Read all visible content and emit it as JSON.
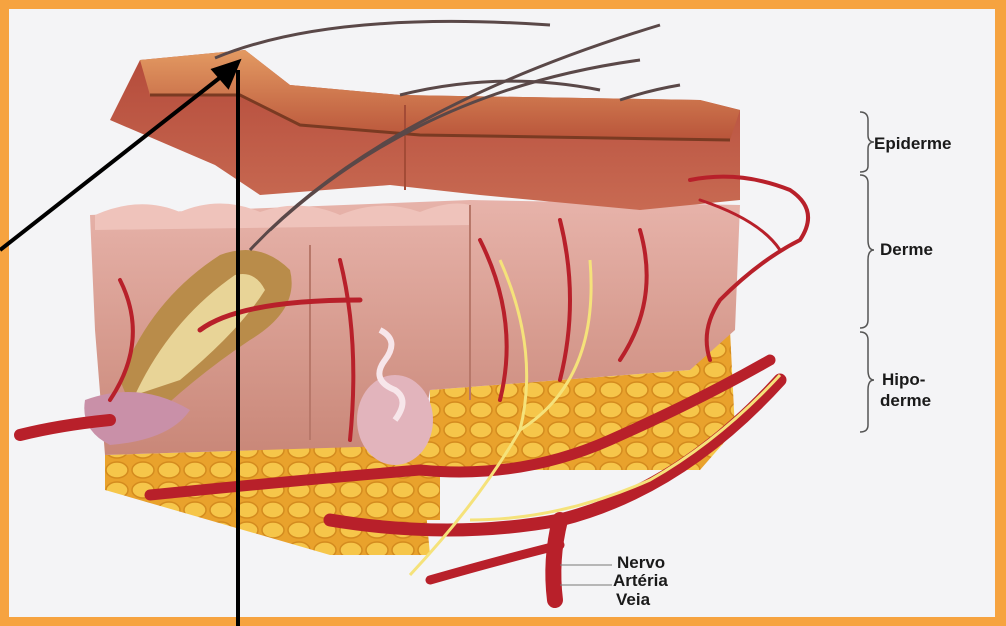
{
  "labels": {
    "epiderme": "Epiderme",
    "derme": "Derme",
    "hipoderme_line1": "Hipo-",
    "hipoderme_line2": "derme",
    "nervo": "Nervo",
    "arteria": "Artéria",
    "veia": "Veia"
  },
  "colors": {
    "frame": "#f6a340",
    "background": "#f4f4f6",
    "epidermis": "#c0503a",
    "dermis": "#d99a8e",
    "fat": "#f2b83a",
    "artery": "#b8202a",
    "nerve": "#f5e27a",
    "arrow": "#000000"
  }
}
